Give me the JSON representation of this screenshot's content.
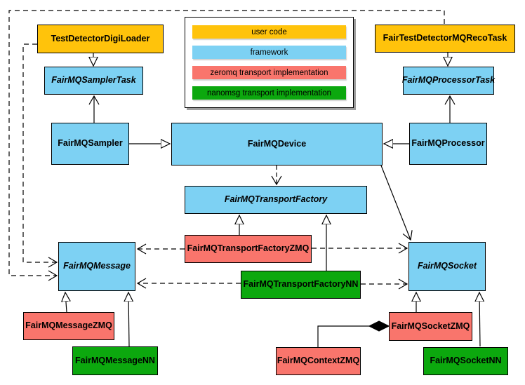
{
  "legend": {
    "items": [
      {
        "label": "user code",
        "color": "#FFC30B"
      },
      {
        "label": "framework",
        "color": "#7DD1F3"
      },
      {
        "label": "zeromq transport implementation",
        "color": "#F9756C"
      },
      {
        "label": "nanomsg transport implementation",
        "color": "#0CA80E"
      }
    ]
  },
  "palette": {
    "user_code": "#FFC30B",
    "framework": "#7DD1F3",
    "zeromq": "#F9756C",
    "nanomsg": "#0CA80E",
    "line": "#000000",
    "background": "#ffffff"
  },
  "nodes": [
    {
      "id": "TestDetectorDigiLoader",
      "label": "TestDetectorDigiLoader",
      "category": "user_code",
      "abstract": false
    },
    {
      "id": "FairTestDetectorMQRecoTask",
      "label": "FairTestDetectorMQRecoTask",
      "category": "user_code",
      "abstract": false
    },
    {
      "id": "FairMQSamplerTask",
      "label": "FairMQSamplerTask",
      "category": "framework",
      "abstract": true
    },
    {
      "id": "FairMQProcessorTask",
      "label": "FairMQProcessorTask",
      "category": "framework",
      "abstract": true
    },
    {
      "id": "FairMQSampler",
      "label": "FairMQSampler",
      "category": "framework",
      "abstract": false
    },
    {
      "id": "FairMQDevice",
      "label": "FairMQDevice",
      "category": "framework",
      "abstract": false
    },
    {
      "id": "FairMQProcessor",
      "label": "FairMQProcessor",
      "category": "framework",
      "abstract": false
    },
    {
      "id": "FairMQTransportFactory",
      "label": "FairMQTransportFactory",
      "category": "framework",
      "abstract": true
    },
    {
      "id": "FairMQTransportFactoryZMQ",
      "label": "FairMQTransportFactoryZMQ",
      "category": "zeromq",
      "abstract": false
    },
    {
      "id": "FairMQTransportFactoryNN",
      "label": "FairMQTransportFactoryNN",
      "category": "nanomsg",
      "abstract": false
    },
    {
      "id": "FairMQMessage",
      "label": "FairMQMessage",
      "category": "framework",
      "abstract": true
    },
    {
      "id": "FairMQSocket",
      "label": "FairMQSocket",
      "category": "framework",
      "abstract": true
    },
    {
      "id": "FairMQMessageZMQ",
      "label": "FairMQMessageZMQ",
      "category": "zeromq",
      "abstract": false
    },
    {
      "id": "FairMQMessageNN",
      "label": "FairMQMessageNN",
      "category": "nanomsg",
      "abstract": false
    },
    {
      "id": "FairMQSocketZMQ",
      "label": "FairMQSocketZMQ",
      "category": "zeromq",
      "abstract": false
    },
    {
      "id": "FairMQContextZMQ",
      "label": "FairMQContextZMQ",
      "category": "zeromq",
      "abstract": false
    },
    {
      "id": "FairMQSocketNN",
      "label": "FairMQSocketNN",
      "category": "nanomsg",
      "abstract": false
    }
  ],
  "edges": [
    {
      "from": "TestDetectorDigiLoader",
      "to": "FairMQSamplerTask",
      "type": "inheritance",
      "style": "solid"
    },
    {
      "from": "FairMQSampler",
      "to": "FairMQSamplerTask",
      "type": "association",
      "style": "solid"
    },
    {
      "from": "FairMQSampler",
      "to": "FairMQDevice",
      "type": "inheritance",
      "style": "solid"
    },
    {
      "from": "FairMQProcessor",
      "to": "FairMQDevice",
      "type": "inheritance",
      "style": "solid"
    },
    {
      "from": "FairMQProcessor",
      "to": "FairMQProcessorTask",
      "type": "association",
      "style": "solid"
    },
    {
      "from": "FairTestDetectorMQRecoTask",
      "to": "FairMQProcessorTask",
      "type": "inheritance",
      "style": "solid"
    },
    {
      "from": "FairMQDevice",
      "to": "FairMQTransportFactory",
      "type": "dependency",
      "style": "dashed"
    },
    {
      "from": "FairMQDevice",
      "to": "FairMQSocket",
      "type": "association",
      "style": "solid"
    },
    {
      "from": "FairMQTransportFactoryZMQ",
      "to": "FairMQTransportFactory",
      "type": "inheritance",
      "style": "solid"
    },
    {
      "from": "FairMQTransportFactoryNN",
      "to": "FairMQTransportFactory",
      "type": "inheritance",
      "style": "solid"
    },
    {
      "from": "FairMQTransportFactoryZMQ",
      "to": "FairMQMessage",
      "type": "dependency",
      "style": "dashed"
    },
    {
      "from": "FairMQTransportFactoryZMQ",
      "to": "FairMQSocket",
      "type": "dependency",
      "style": "dashed"
    },
    {
      "from": "FairMQTransportFactoryNN",
      "to": "FairMQMessage",
      "type": "dependency",
      "style": "dashed"
    },
    {
      "from": "FairMQTransportFactoryNN",
      "to": "FairMQSocket",
      "type": "dependency",
      "style": "dashed"
    },
    {
      "from": "FairMQMessageZMQ",
      "to": "FairMQMessage",
      "type": "inheritance",
      "style": "solid"
    },
    {
      "from": "FairMQMessageNN",
      "to": "FairMQMessage",
      "type": "inheritance",
      "style": "solid"
    },
    {
      "from": "FairMQSocketZMQ",
      "to": "FairMQSocket",
      "type": "inheritance",
      "style": "solid"
    },
    {
      "from": "FairMQSocketNN",
      "to": "FairMQSocket",
      "type": "inheritance",
      "style": "solid"
    },
    {
      "from": "FairMQContextZMQ",
      "to": "FairMQSocketZMQ",
      "type": "composition",
      "style": "solid"
    },
    {
      "from": "TestDetectorDigiLoader",
      "to": "FairMQMessage",
      "type": "dependency",
      "style": "dashed"
    },
    {
      "from": "FairTestDetectorMQRecoTask",
      "to": "FairMQMessage",
      "type": "dependency",
      "style": "dashed"
    }
  ]
}
